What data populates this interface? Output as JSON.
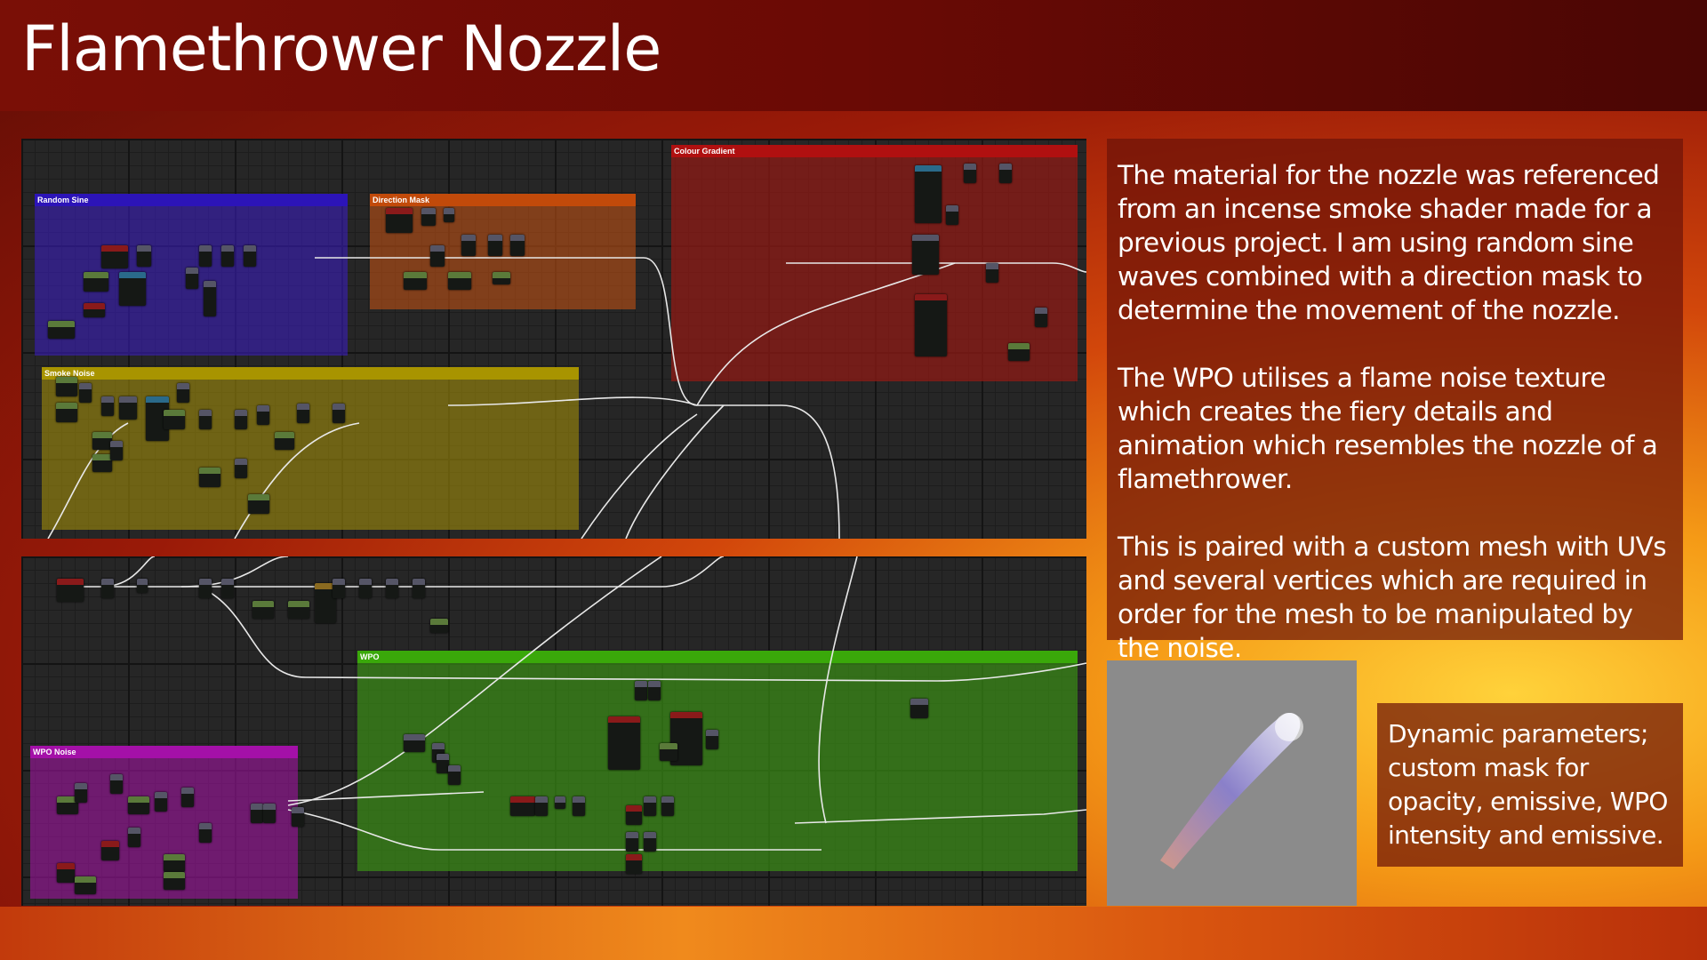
{
  "title": "Flamethrower Nozzle",
  "top_graph": {
    "comments": [
      {
        "label": "Random Sine",
        "color": "#2c14b8"
      },
      {
        "label": "Direction Mask",
        "color": "#c24a0a"
      },
      {
        "label": "Colour Gradient",
        "color": "#b01010"
      },
      {
        "label": "Smoke Noise",
        "color": "#a89400"
      }
    ]
  },
  "bottom_graph": {
    "comments": [
      {
        "label": "WPO",
        "color": "#3aa80a"
      },
      {
        "label": "WPO Noise",
        "color": "#a410a8"
      }
    ]
  },
  "description": {
    "paragraphs": [
      "The material for the nozzle was referenced from an incense smoke shader made for a previous project. I am using random sine waves combined with a direction mask  to determine the movement of the nozzle.",
      "The WPO utilises a flame noise texture which creates the fiery details and animation which resembles the nozzle of a flamethrower.",
      "This is paired with a custom mesh with UVs and several vertices which are required in order for the mesh to be manipulated by the noise."
    ]
  },
  "caption": "Dynamic parameters; custom mask for opacity, emissive, WPO intensity and emissive."
}
